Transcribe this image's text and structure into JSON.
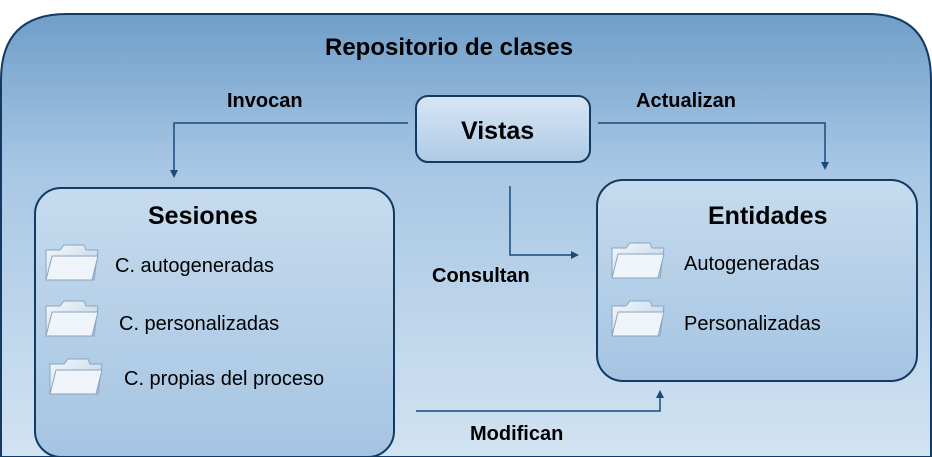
{
  "diagram": {
    "title": "Repositorio de clases",
    "center_node": {
      "label": "Vistas"
    },
    "edges": {
      "invocan": "Invocan",
      "actualizan": "Actualizan",
      "consultan": "Consultan",
      "modifican": "Modifican"
    },
    "sesiones": {
      "title": "Sesiones",
      "items": [
        {
          "label": "C. autogeneradas",
          "icon": "folder-icon"
        },
        {
          "label": "C. personalizadas",
          "icon": "folder-icon"
        },
        {
          "label": "C. propias del proceso",
          "icon": "folder-icon"
        }
      ]
    },
    "entidades": {
      "title": "Entidades",
      "items": [
        {
          "label": "Autogeneradas",
          "icon": "folder-icon"
        },
        {
          "label": "Personalizadas",
          "icon": "folder-icon"
        }
      ]
    },
    "colors": {
      "outer_fill_light": "#c9ddef",
      "outer_fill_dark": "#6f9ec9",
      "border": "#123a63",
      "node_fill": "#bcd4ea",
      "arrow": "#1a4a7a"
    }
  }
}
